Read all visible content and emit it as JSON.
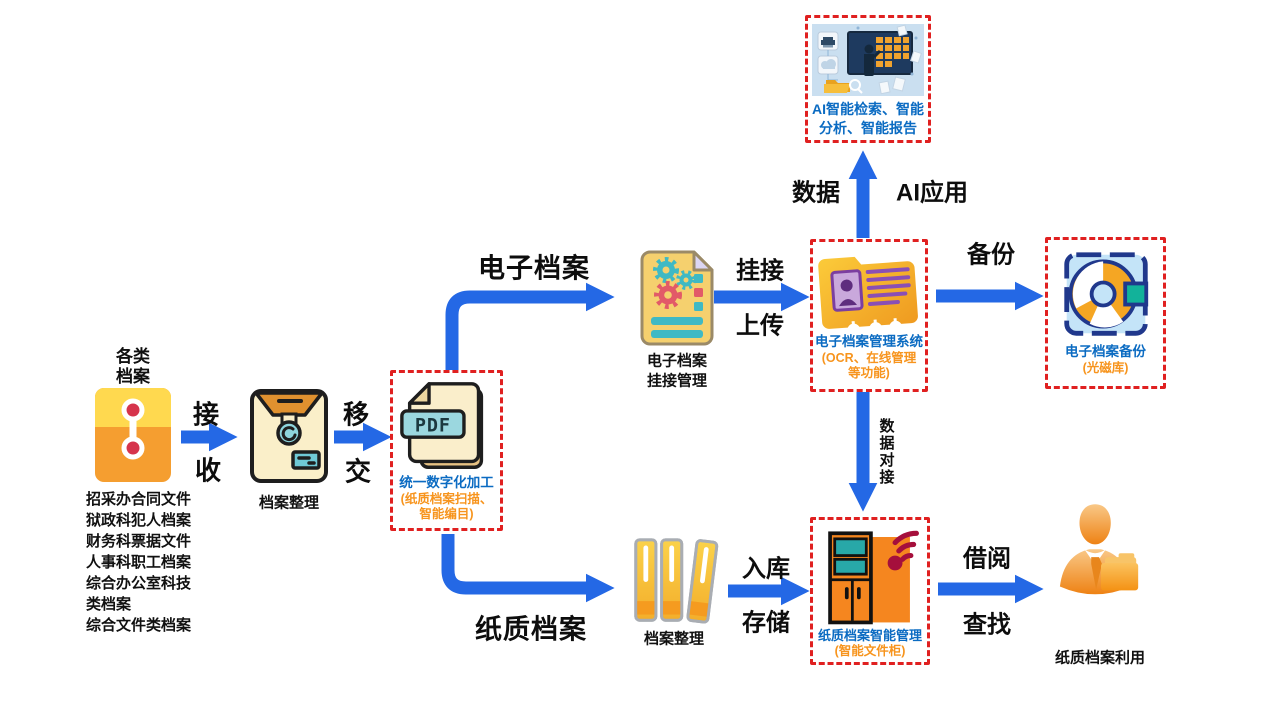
{
  "diagram": {
    "source": {
      "group_title": "各类\n档案",
      "items": [
        "招采办合同文件",
        "狱政科犯人档案",
        "财务科票据文件",
        "人事科职工档案",
        "综合办公室科技",
        "类档案",
        "综合文件类档案"
      ]
    },
    "nodes": {
      "archive_sorting_front": {
        "label": "档案整理"
      },
      "digitization": {
        "pdf_label": "PDF",
        "title": "统一数字化加工",
        "subtitle": "(纸质档案扫描、\n智能编目)"
      },
      "e_archive_linking": {
        "label": "电子档案\n挂接管理"
      },
      "e_archive_system": {
        "title": "电子档案管理系统",
        "subtitle": "(OCR、在线管理\n等功能)"
      },
      "ai_apps": {
        "label": "AI智能检索、智能\n分析、智能报告"
      },
      "e_backup": {
        "title": "电子档案备份",
        "subtitle": "(光磁库)"
      },
      "paper_sorting": {
        "label": "档案整理"
      },
      "paper_smart_mgmt": {
        "title": "纸质档案智能管理",
        "subtitle": "(智能文件柜)"
      },
      "paper_usage": {
        "label": "纸质档案利用"
      }
    },
    "edges": {
      "receive": {
        "top": "接",
        "bottom": "收"
      },
      "transfer": {
        "top": "移",
        "bottom": "交"
      },
      "electronic": {
        "label": "电子档案"
      },
      "paper": {
        "label": "纸质档案"
      },
      "link_upload": {
        "top": "挂接",
        "bottom": "上传"
      },
      "backup": {
        "label": "备份"
      },
      "data_to_ai": {
        "left": "数据",
        "right": "AI应用"
      },
      "data_connect": {
        "label": "数据对接"
      },
      "storage": {
        "top": "入库",
        "bottom": "存储"
      },
      "borrow": {
        "top": "借阅",
        "bottom": "查找"
      }
    },
    "icons": {
      "source": "envelope-string-tie-icon",
      "archive_sorting_front": "envelope-clasp-icon",
      "digitization": "pdf-file-icon",
      "e_archive_linking": "document-gears-icon",
      "e_archive_system": "folder-id-card-icon",
      "ai_apps": "ai-whiteboard-illustration",
      "e_backup": "optical-disc-icon",
      "paper_smart_mgmt": "smart-cabinet-rfid-icon",
      "paper_sorting": "binders-icon",
      "paper_usage": "person-with-folder-icon"
    },
    "colors": {
      "arrow": "#2468E5",
      "dashed_border": "#E02020",
      "blue_text": "#0B6BC2",
      "orange_text": "#F7941D"
    }
  }
}
